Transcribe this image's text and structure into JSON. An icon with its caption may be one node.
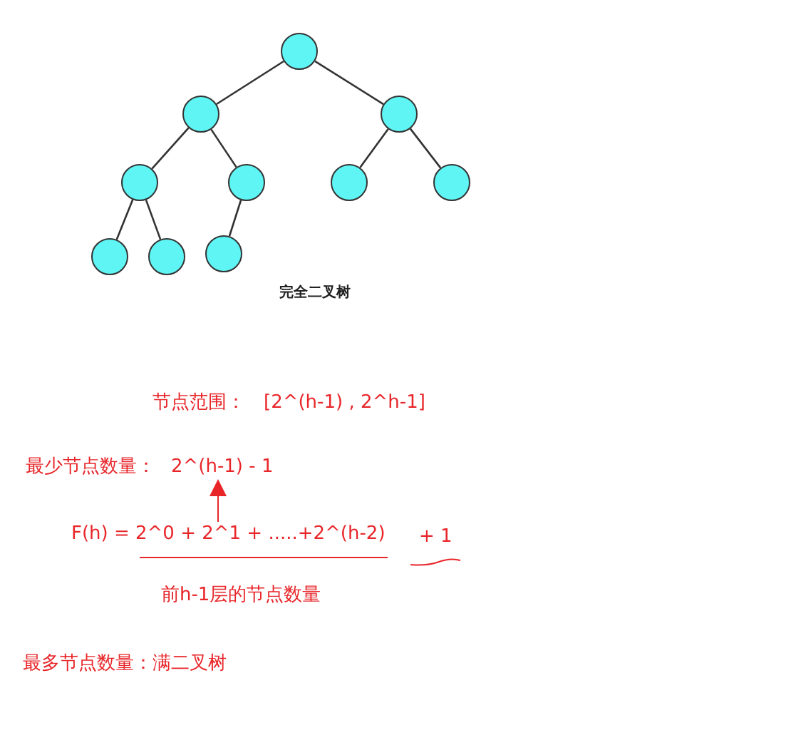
{
  "diagram": {
    "nodes": [
      {
        "text": [],
        "shape": "circle"
      },
      {
        "text": [],
        "shape": "circle"
      },
      {
        "text": [],
        "shape": "circle"
      },
      {
        "text": [],
        "shape": "circle"
      },
      {
        "text": [],
        "shape": "circle"
      },
      {
        "text": [],
        "shape": "circle"
      },
      {
        "text": [],
        "shape": "circle"
      },
      {
        "text": [],
        "shape": "circle"
      },
      {
        "text": [],
        "shape": "circle"
      },
      {
        "text": [],
        "shape": "circle"
      },
      {
        "text": [
          "2^(h-1) - 1"
        ]
      },
      {
        "text": [
          "F(h) = 2^0 + 2^1 + .....+2^(h-2)"
        ]
      }
    ],
    "edges": [
      {
        "from": 0,
        "to": 1,
        "arrow": "none"
      },
      {
        "from": 0,
        "to": 2,
        "arrow": "none"
      },
      {
        "from": 1,
        "to": 3,
        "arrow": "none"
      },
      {
        "from": 1,
        "to": 4,
        "arrow": "none"
      },
      {
        "from": 2,
        "to": 5,
        "arrow": "none"
      },
      {
        "from": 2,
        "to": 6,
        "arrow": "none"
      },
      {
        "from": 3,
        "to": 7,
        "arrow": "none"
      },
      {
        "from": 3,
        "to": 8,
        "arrow": "none"
      },
      {
        "from": 4,
        "to": 9,
        "arrow": "none"
      },
      {
        "from": 11,
        "to": 10,
        "arrow": "to",
        "color": "#e8262a"
      }
    ],
    "labels": [
      "完全二叉树",
      "节点范围：",
      "[2^(h-1) , 2^h-1]",
      "最少节点数量：",
      "+ 1",
      "前h-1层的节点数量",
      "最多节点数量：满二叉树"
    ]
  }
}
